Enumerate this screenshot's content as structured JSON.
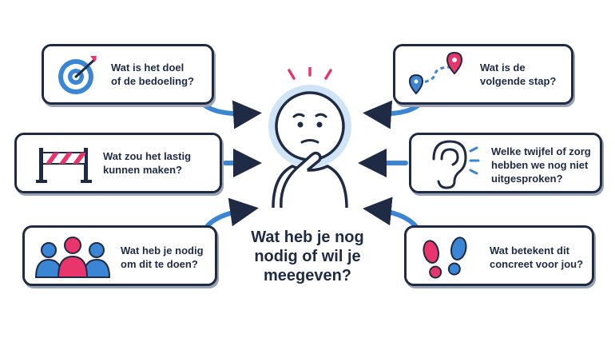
{
  "center": {
    "question": "Wat heb je nog\nnodig of wil je\nmeegeven?",
    "icon": "thinking-person-icon"
  },
  "cards": [
    {
      "id": "goal",
      "text": "Wat is het doel\nof de bedoeling?",
      "icon": "target-icon"
    },
    {
      "id": "obstacle",
      "text": "Wat zou het lastig\nkunnen maken?",
      "icon": "barrier-icon"
    },
    {
      "id": "needs",
      "text": "Wat heb je nodig\nom dit te doen?",
      "icon": "people-group-icon"
    },
    {
      "id": "next-step",
      "text": "Wat is de\nvolgende stap?",
      "icon": "route-map-icon"
    },
    {
      "id": "doubt",
      "text": "Welke twijfel of zorg\nhebben we nog niet\nuitgesproken?",
      "icon": "ear-icon"
    },
    {
      "id": "meaning",
      "text": "Wat betekent dit\nconcreet voor jou?",
      "icon": "footsteps-icon"
    }
  ],
  "colors": {
    "navy": "#1f2a44",
    "blue": "#3a86d4",
    "light_blue": "#cfe5f7",
    "pink": "#e8356b"
  }
}
